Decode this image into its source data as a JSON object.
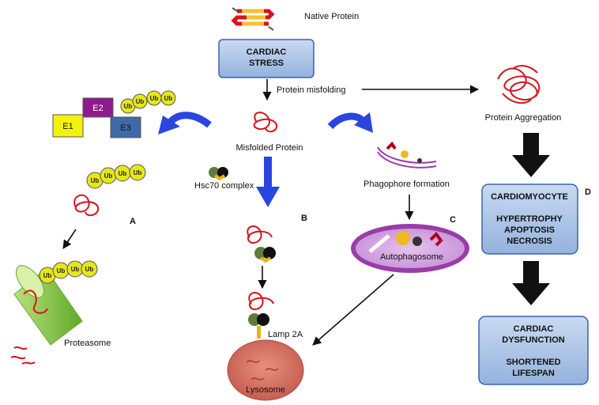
{
  "native_protein": "Native Protein",
  "cardiac_stress": [
    "CARDIAC",
    "STRESS"
  ],
  "protein_misfolding": "Protein misfolding",
  "misfolded_protein": "Misfolded Protein",
  "protein_aggregation": "Protein Aggregation",
  "hsc70_complex": "Hsc70 complex",
  "phagophore_formation": "Phagophore formation",
  "autophagosome": "Autophagosome",
  "lamp2a": "Lamp 2A",
  "lysosome": "Lysosome",
  "proteasome": "Proteasome",
  "ub": "Ub",
  "enzymes": {
    "e1": "E1",
    "e2": "E2",
    "e3": "E3"
  },
  "labels": {
    "a": "A",
    "b": "B",
    "c": "C",
    "d": "D"
  },
  "cardiomyocyte_box": [
    "CARDIOMYOCYTE",
    "",
    "HYPERTROPHY",
    "APOPTOSIS",
    "NECROSIS"
  ],
  "dysfunction_box": [
    "CARDIAC",
    "DYSFUNCTION",
    "",
    "SHORTENED",
    "LIFESPAN"
  ],
  "colors": {
    "box_fill": "#a9c3e6",
    "box_stroke": "#3b63b0",
    "blue_arrow": "#2a45e0",
    "protein_red": "#d4141c",
    "ub_yellow": "#e6e619",
    "e1_yellow": "#f2f20a",
    "e2_purple": "#8e1b8e",
    "e3_blue": "#3f6aa8",
    "autophagosome_purple": "#b06ac4",
    "lysosome_red": "#d9776a",
    "proteasome_green": "#8ccf3c"
  }
}
